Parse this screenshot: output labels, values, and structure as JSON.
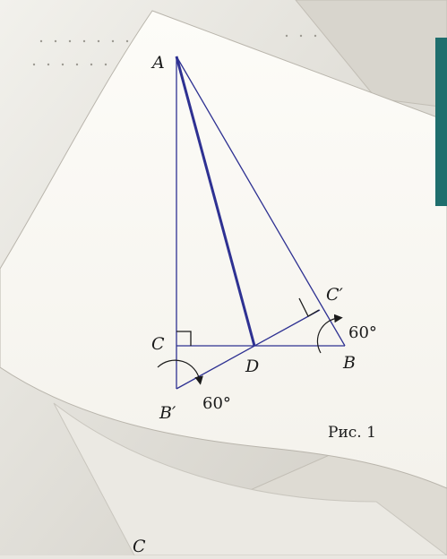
{
  "figure": {
    "caption": "Рис. 1",
    "angle_label_b": "60°",
    "angle_label_bprime": "60°",
    "points": {
      "A": "A",
      "C": "C",
      "D": "D",
      "B": "B",
      "C_prime": "C′",
      "B_prime": "B′"
    },
    "bottom_fragment": "С"
  },
  "colors": {
    "paper": "#fbfaf6",
    "background": "#e9e7e1",
    "line": "#2e3192",
    "teal_tab": "#1f6e6d"
  }
}
